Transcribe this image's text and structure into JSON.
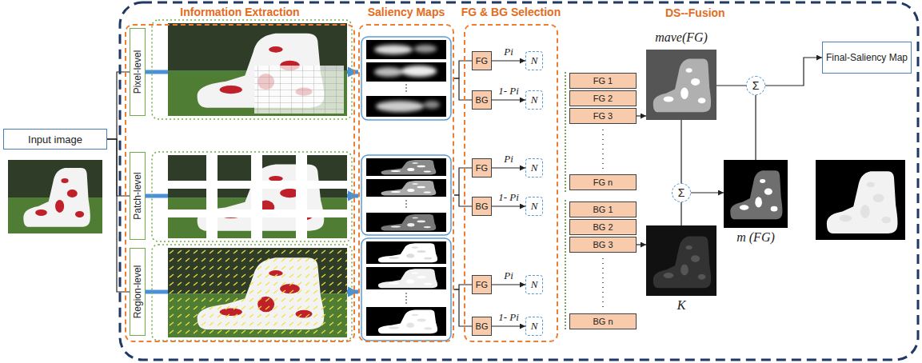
{
  "diagram": {
    "nodes": [
      {
        "text": [
          "Input image"
        ]
      },
      {
        "text": [
          "Information Extraction"
        ]
      },
      {
        "text": [
          "Pixel-level"
        ],
        "in": 1
      },
      {
        "text": [
          "Patch-level"
        ],
        "in": 1
      },
      {
        "text": [
          "Region-level"
        ],
        "in": 1
      },
      {
        "text": [
          "Saliency Maps"
        ]
      },
      {
        "text": [
          "FG & BG Selection"
        ]
      },
      {
        "text": [
          "FG"
        ],
        "in": 6
      },
      {
        "text": [
          "BG"
        ],
        "in": 6
      },
      {
        "text": [
          "FG"
        ],
        "in": 6
      },
      {
        "text": [
          "BG"
        ],
        "in": 6
      },
      {
        "text": [
          "FG"
        ],
        "in": 6
      },
      {
        "text": [
          "BG"
        ],
        "in": 6
      },
      {
        "text": [
          "N"
        ],
        "in": 6
      },
      {
        "text": [
          "N"
        ],
        "in": 6
      },
      {
        "text": [
          "N"
        ],
        "in": 6
      },
      {
        "text": [
          "N"
        ],
        "in": 6
      },
      {
        "text": [
          "N"
        ],
        "in": 6
      },
      {
        "text": [
          "N"
        ],
        "in": 6
      },
      {
        "text": [
          "FG 1"
        ]
      },
      {
        "text": [
          "FG 2"
        ]
      },
      {
        "text": [
          "FG 3"
        ]
      },
      {
        "text": [
          "FG n"
        ]
      },
      {
        "text": [
          "BG 1"
        ]
      },
      {
        "text": [
          "BG 2"
        ]
      },
      {
        "text": [
          "BG 3"
        ]
      },
      {
        "text": [
          "BG n"
        ]
      },
      {
        "text": [
          "mave(FG)"
        ]
      },
      {
        "text": [
          "Σ"
        ]
      },
      {
        "text": [
          "Σ"
        ]
      },
      {
        "text": [
          "m (FG)"
        ]
      },
      {
        "text": [
          "K"
        ]
      },
      {
        "text": [
          "Final-Saliency Map"
        ]
      }
    ],
    "edges": [
      {
        "from": 0,
        "to": 2,
        "arrow": "none"
      },
      {
        "from": 0,
        "to": 3,
        "arrow": "none"
      },
      {
        "from": 0,
        "to": 4,
        "arrow": "none"
      },
      {
        "from": 2,
        "to": 5,
        "arrow": "to"
      },
      {
        "from": 3,
        "to": 5,
        "arrow": "to"
      },
      {
        "from": 4,
        "to": 5,
        "arrow": "to"
      },
      {
        "from": 5,
        "to": 7,
        "arrow": "none"
      },
      {
        "from": 5,
        "to": 8,
        "arrow": "none"
      },
      {
        "from": 5,
        "to": 9,
        "arrow": "none"
      },
      {
        "from": 5,
        "to": 10,
        "arrow": "none"
      },
      {
        "from": 5,
        "to": 11,
        "arrow": "none"
      },
      {
        "from": 5,
        "to": 12,
        "arrow": "none"
      },
      {
        "from": 7,
        "to": 13,
        "label": "Pi",
        "arrow": "to"
      },
      {
        "from": 8,
        "to": 14,
        "label": "1- Pi",
        "arrow": "to"
      },
      {
        "from": 9,
        "to": 15,
        "label": "Pi",
        "arrow": "to"
      },
      {
        "from": 10,
        "to": 16,
        "label": "1- Pi",
        "arrow": "to"
      },
      {
        "from": 11,
        "to": 17,
        "label": "Pi",
        "arrow": "to"
      },
      {
        "from": 12,
        "to": 18,
        "label": "1- Pi",
        "arrow": "to"
      },
      {
        "from": 21,
        "to": 27,
        "arrow": "to"
      },
      {
        "from": 25,
        "to": 31,
        "arrow": "to"
      },
      {
        "from": 27,
        "to": 29,
        "arrow": "none"
      },
      {
        "from": 31,
        "to": 29,
        "arrow": "none"
      },
      {
        "from": 29,
        "to": 30,
        "arrow": "to"
      },
      {
        "from": 27,
        "to": 28,
        "arrow": "none"
      },
      {
        "from": 30,
        "to": 28,
        "arrow": "none"
      },
      {
        "from": 28,
        "to": 32,
        "arrow": "to"
      }
    ],
    "labels": [
      "DS--Fusion"
    ]
  }
}
